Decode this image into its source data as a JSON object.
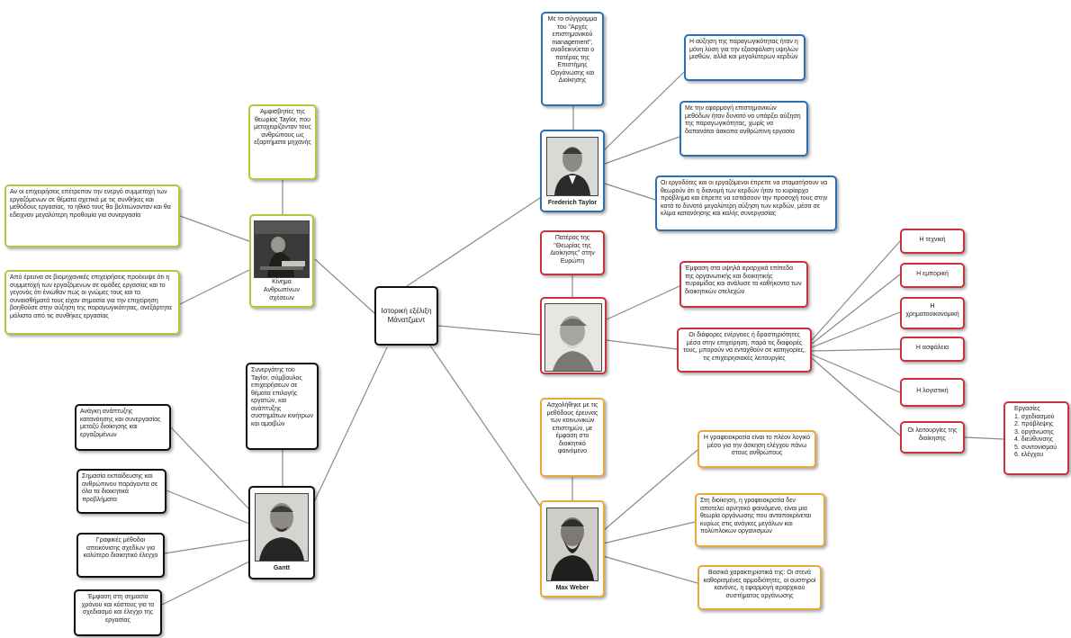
{
  "root": {
    "text": "Ιστορική εξέλιξη Μάνατζμεντ"
  },
  "taylor": {
    "caption": "Frederich Taylor",
    "book": "Με το σύγγραμμα του \"Αρχές επιστημονικού management\", αναδεικνύεται ο πατέρας της Επιστήμης Οργάνωσης και Διοίκησης",
    "notes": [
      "Η αύξηση της παραγωγικότητας ήταν η μόνη λύση για την εξασφάλιση υψηλών μισθών, αλλά και μεγαλύτερων κερδών",
      "Με την εφαρμογή επιστημονικών μεθόδων ήταν δυνατό να υπάρξει αύξηση της παραγωγικότητας, χωρίς να δαπανάται άσκοπα ανθρώπινη εργασία",
      "Οι εργοδότες και οι εργαζόμενοι έπρεπε να σταματήσουν να θεωρούν ότι η διανομή των κερδών ήταν το κυρίαρχο πρόβλημα και έπρεπε να εστιάσουν την προσοχή τους στην κατά το δυνατό μεγαλύτερη αύξηση των κερδών, μέσα σε κλίμα κατανόησης και καλής συνεργασίας"
    ]
  },
  "fayol": {
    "title": "Πατέρας της \"Θεωρίας της Διοίκησης\" στην Ευρώπη",
    "emphasis": "Έμφαση στα υψηλά ιεραρχικά επίπεδα της οργανωτικής και διοικητικής πυραμίδας και ανάλυσε τα καθήκοντα των διοικητικών στελεχών",
    "activities": "Οι διάφορες ενέργειες ή δραστηριότητες μέσα στην επιχείρηση, παρά τις διαφορές τους, μπορούν να ενταχθούν σε κατηγορίες, τις επιχειρησιακές λειτουργίες",
    "functions": [
      "Η τεχνική",
      "Η εμπορική",
      "Η χρηματοοικονομική",
      "Η ασφάλεια",
      "Η λογιστική",
      "Οι λειτουργίες της διοίκησης"
    ],
    "admin_list": [
      "Εργασίες",
      "1. σχεδιασμού",
      "2. πρόβλεψης",
      "3. οργάνωσης",
      "4. διεύθυνσης",
      "5. συντονισμού",
      "6. ελέγχου"
    ]
  },
  "weber": {
    "caption": "Max Weber",
    "intro": "Ασχολήθηκε με τις μεθόδους έρευνας των κοινωνικών επιστημών, με έμφαση στο διοικητικό φαινόμενο",
    "notes": [
      "Η γραφειοκρατία είναι το πλέον λογικό μέσο για την άσκηση ελέγχου πάνω στους ανθρώπους",
      "Στη διοίκηση, η γραφειοκρατία δεν αποτελεί αρνητικό φαινόμενο, είναι μια θεωρία οργάνωσης που ανταποκρίνεται κυρίως στις ανάγκες μεγάλων και πολύπλοκων οργανισμών",
      "Βασικά χαρακτηριστικά της: Οι στενά καθορισμένες αρμοδιότητες, οι αυστηροί κανόνες, η εφαρμογή ιεραρχικού συστήματος οργάνωσης"
    ]
  },
  "gantt": {
    "caption": "Gantt",
    "intro": "Συνεργάτης του Taylor, σύμβουλος επιχειρήσεων σε θέματα επιλογής εργατών, και ανάπτυξης συστημάτων κινήτρων και αμοιβών",
    "notes": [
      "Ανάγκη ανάπτυξης κατανόησης και συνεργασίας μεταξύ διοίκησης και εργαζομένων",
      "Σημασία εκπαίδευσης και ανθρώπινου παράγοντα σε όλα τα διοικητικά προβλήματα",
      "Γραφικές μέθοδοι απεικόνισης σχεδίων για καλύτερο διοικητικό έλεγχο",
      "Έμφαση στη σημασία χρόνου και κόστους για το σχεδιασμό και έλεγχο της εργασίας"
    ]
  },
  "human": {
    "caption": "Κίνημα Ανθρωπίνων σχέσεων",
    "top": "Αμφισβητίες της θεωρίας Taylor, που μεταχειρίζονταν τους ανθρώπους ως εξαρτήματα μηχανής",
    "notes": [
      "Αν οι επιχειρήσεις επέτρεπαν την ενεργό συμμετοχή των εργαζόμενων σε θέματα σχετικά με τις συνθήκες και μεθόδους εργασίας, το ηθικό τους θα βελτιώνονταν και θα εδειχναν μεγαλύτερη προθυμία για συνεργασία",
      "Από έρευνα σε βιομηχανικές επιχειρήσεις προέκυψε ότι η συμμετοχή των εργαζόμενων σε ομάδες εργασίας και το γεγονός ότι ένιωθαν πως οι γνώμες τους και τα συναισθήματά τους είχαν σημασία για την επιχείρηση βοηθούσε στην αύξηση της παραγωγικότητας, ανεξάρτητα μάλιστα από τις συνθήκες εργασίας"
    ]
  },
  "colors": {
    "taylor": "#2f6eb0",
    "fayol": "#c8323a",
    "human": "#a9cc3c",
    "weber": "#e6a93a",
    "gantt": "#111111",
    "link": "#8a8a8a"
  }
}
